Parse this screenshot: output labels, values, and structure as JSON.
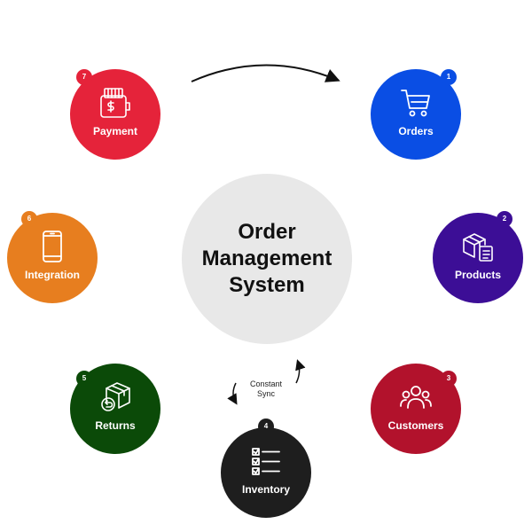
{
  "center": {
    "lines": [
      "Order",
      "Management",
      "System"
    ]
  },
  "nodes": [
    {
      "number": "1",
      "label": "Orders",
      "icon": "cart-icon",
      "color": "#0a4ee4"
    },
    {
      "number": "2",
      "label": "Products",
      "icon": "box-clipboard-icon",
      "color": "#3c0e96"
    },
    {
      "number": "3",
      "label": "Customers",
      "icon": "users-icon",
      "color": "#b2122c"
    },
    {
      "number": "4",
      "label": "Inventory",
      "icon": "checklist-icon",
      "color": "#1e1e1e"
    },
    {
      "number": "5",
      "label": "Returns",
      "icon": "box-return-icon",
      "color": "#0b4a08"
    },
    {
      "number": "6",
      "label": "Integration",
      "icon": "mobile-icon",
      "color": "#e77e1f"
    },
    {
      "number": "7",
      "label": "Payment",
      "icon": "wallet-icon",
      "color": "#e5233a"
    }
  ],
  "sync": {
    "line1": "Constant",
    "line2": "Sync"
  }
}
